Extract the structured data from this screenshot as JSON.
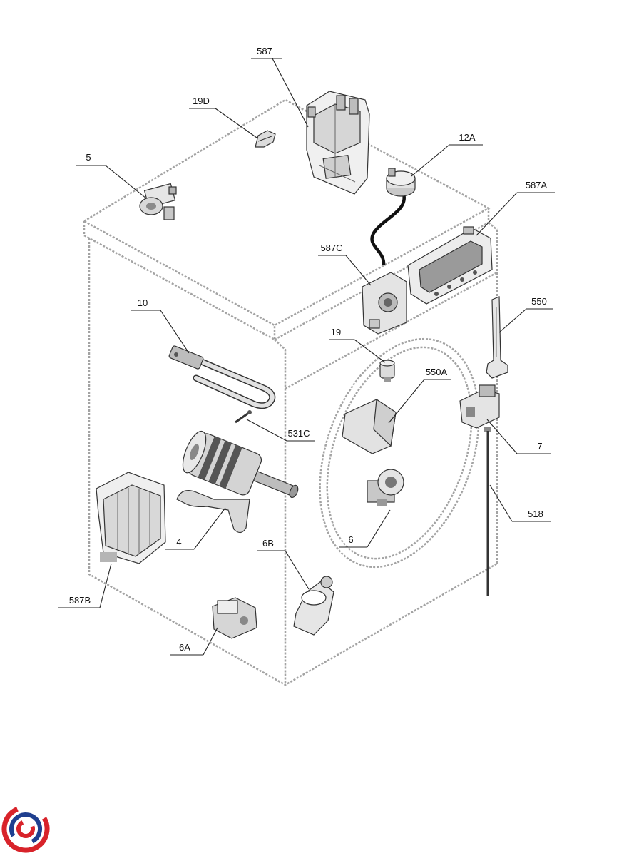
{
  "callouts": [
    "587",
    "19D",
    "12A",
    "5",
    "587A",
    "587C",
    "550",
    "10",
    "19",
    "550A",
    "531C",
    "7",
    "518",
    "4",
    "6",
    "6B",
    "587B",
    "6A"
  ],
  "colors": {
    "outline": "#a3a3a3",
    "logo_red": "#d8232a",
    "logo_blue": "#1f3f8f"
  }
}
